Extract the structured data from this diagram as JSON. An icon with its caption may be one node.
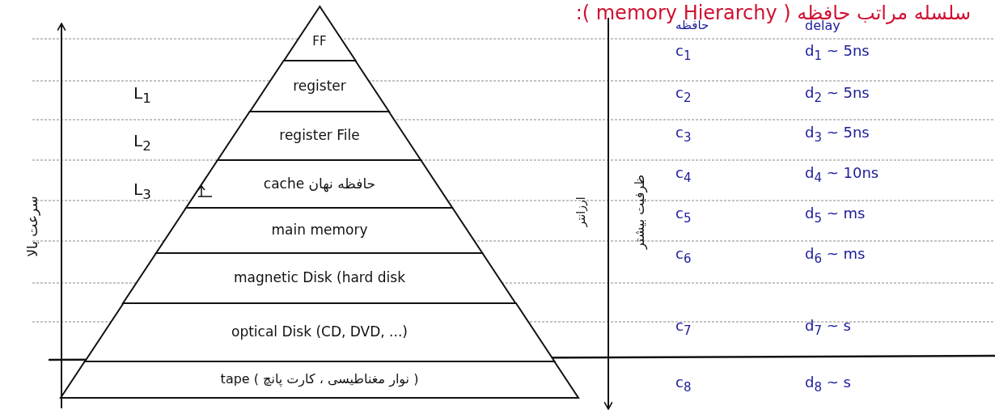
{
  "diagram": {
    "title": "سلسله مراتب حافظه ( memory Hierarchy ):",
    "nodes": [
      {
        "text": [
          "FF"
        ]
      },
      {
        "text": [
          "register"
        ]
      },
      {
        "text": [
          "register File"
        ]
      },
      {
        "text": [
          "cache حافظه نهان"
        ]
      },
      {
        "text": [
          "main memory"
        ]
      },
      {
        "text": [
          "magnetic Disk (hard disk"
        ]
      },
      {
        "text": [
          "optical Disk (CD, DVD, ...)"
        ]
      },
      {
        "text": [
          "tape ( نوار مغناطیسی ، کارت پانچ )"
        ]
      }
    ],
    "edges": [],
    "labels": [
      "L$_{1}$",
      "L$_{2}$",
      "L$_{3}$",
      "سرعت بالا",
      "ارزانتر",
      "ظرفیت بیشتر",
      "حافظه",
      "delay",
      "c$_{1}$",
      "d$_{1}$ ~ 5ns",
      "c$_{2}$",
      "d$_{2}$ ~ 5ns",
      "c$_{3}$",
      "d$_{3}$ ~ 5ns",
      "c$_{4}$",
      "d$_{4}$ ~ 10ns",
      "c$_{5}$",
      "d$_{5}$ ~ ms",
      "c$_{6}$",
      "d$_{6}$ ~ ms",
      "c$_{7}$",
      "d$_{7}$ ~ s",
      "c$_{8}$",
      "d$_{8}$ ~ s"
    ]
  }
}
